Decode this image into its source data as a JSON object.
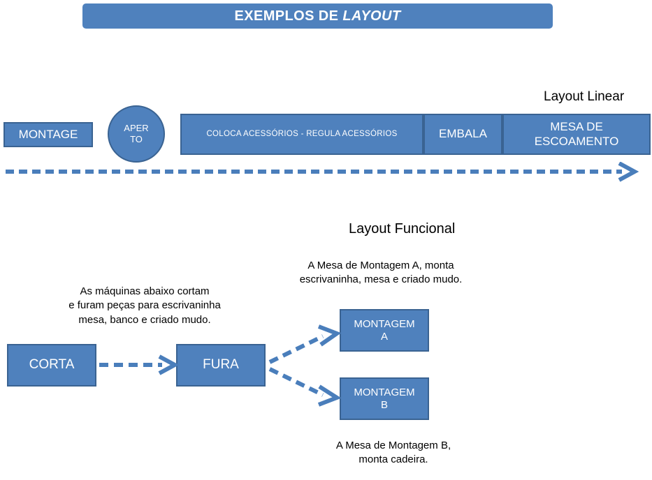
{
  "header": {
    "title_prefix": "EXEMPLOS DE ",
    "title_emphasis": "LAYOUT",
    "banner_color": "#4f81bd"
  },
  "linear_layout": {
    "section_label": "Layout Linear",
    "stations": [
      {
        "id": "montage",
        "label": "MONTAGE",
        "shape": "rect"
      },
      {
        "id": "aperto",
        "label": "APER\nTO",
        "line1": "APER",
        "line2": "TO",
        "shape": "circle"
      },
      {
        "id": "acessorios",
        "label": "COLOCA  ACESSÓRIOS      -      REGULA ACESSÓRIOS",
        "shape": "rect"
      },
      {
        "id": "embala",
        "label": "EMBALA",
        "shape": "rect"
      },
      {
        "id": "escoamento",
        "line1": "MESA DE",
        "line2": "ESCOAMENTO",
        "label": "MESA DE ESCOAMENTO",
        "shape": "rect"
      }
    ],
    "flow_arrow": {
      "style": "dashed",
      "direction": "left-to-right",
      "color": "#4a7ebb"
    }
  },
  "functional_layout": {
    "section_label": "Layout Funcional",
    "note_top_right": "A Mesa de Montagem A, monta escrivaninha, mesa e criado mudo.",
    "note_top_right_lines": [
      "A Mesa de Montagem A, monta",
      "escrivaninha, mesa e criado mudo."
    ],
    "note_left": "As máquinas abaixo cortam e furam peças para escrivaninha mesa, banco e criado mudo.",
    "note_left_lines": [
      "As máquinas abaixo cortam",
      "e furam peças para escrivaninha",
      "mesa, banco e criado mudo."
    ],
    "note_bottom_right": "A Mesa de Montagem B, monta cadeira.",
    "note_bottom_right_lines": [
      "A Mesa de Montagem B,",
      "monta cadeira."
    ],
    "nodes": [
      {
        "id": "corta",
        "label": "CORTA"
      },
      {
        "id": "fura",
        "label": "FURA"
      },
      {
        "id": "montagem-a",
        "line1": "MONTAGEM",
        "line2": "A",
        "label": "MONTAGEM A"
      },
      {
        "id": "montagem-b",
        "line1": "MONTAGEM",
        "line2": "B",
        "label": "MONTAGEM B"
      }
    ],
    "edges": [
      {
        "from": "corta",
        "to": "fura",
        "style": "dashed"
      },
      {
        "from": "fura",
        "to": "montagem-a",
        "style": "dashed"
      },
      {
        "from": "fura",
        "to": "montagem-b",
        "style": "dashed"
      }
    ]
  },
  "theme": {
    "box_fill": "#4f81bd",
    "box_border": "#3a6392",
    "arrow_color": "#4a7ebb",
    "text_on_box": "#ffffff",
    "text_on_page": "#000000"
  }
}
